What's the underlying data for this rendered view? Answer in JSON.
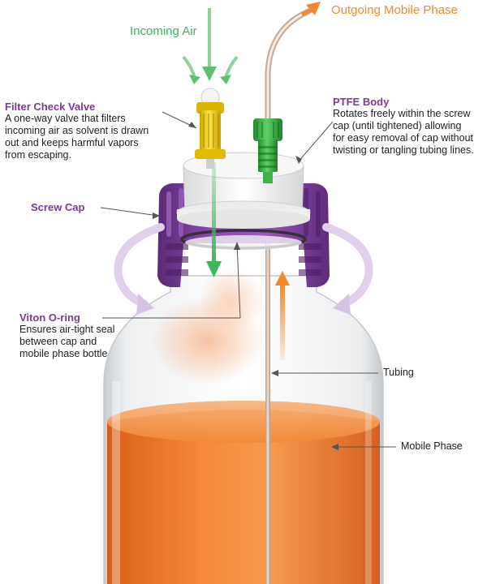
{
  "flow": {
    "incoming_air": "Incoming Air",
    "outgoing_mobile_phase": "Outgoing Mobile Phase"
  },
  "parts": {
    "filter_check_valve": {
      "title": "Filter Check Valve",
      "lines": [
        "A one-way valve that filters",
        "incoming air as solvent is drawn",
        "out and keeps harmful vapors",
        "from escaping."
      ]
    },
    "ptfe_body": {
      "title": "PTFE Body",
      "lines": [
        "Rotates freely within the screw",
        "cap (until tightened) allowing",
        "for easy removal of cap without",
        "twisting or tangling tubing lines."
      ]
    },
    "screw_cap": {
      "title": "Screw Cap"
    },
    "viton_oring": {
      "title": "Viton O-ring",
      "lines": [
        "Ensures air-tight seal",
        "between cap and",
        "mobile phase bottle"
      ]
    },
    "tubing": {
      "label": "Tubing"
    },
    "mobile_phase": {
      "label": "Mobile Phase"
    }
  },
  "colors": {
    "accent_purple": "#7a3a9a",
    "air_green": "#3cb65a",
    "liquid_orange": "#f08a2c",
    "valve_yellow": "#f2d21a",
    "fitting_green": "#3fb34a"
  }
}
